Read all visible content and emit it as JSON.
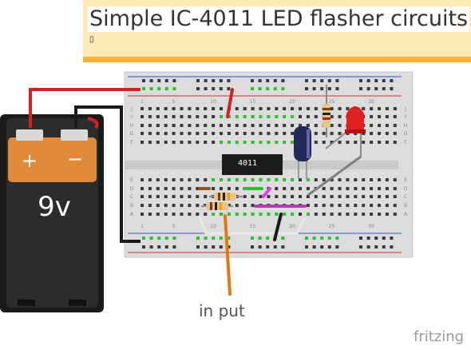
{
  "note": {
    "title": "Simple IC-4011 LED flasher circuits",
    "glyph": "▯"
  },
  "battery": {
    "voltage": "9v",
    "plus": "+",
    "minus": "−"
  },
  "ic": {
    "label": "4011"
  },
  "wire_label": "in put",
  "brand": "fritzing",
  "breadboard": {
    "column_numbers": [
      "1",
      "5",
      "10",
      "15",
      "20",
      "25",
      "30"
    ],
    "row_letters_top": [
      "J",
      "I",
      "H",
      "G",
      "F"
    ],
    "row_letters_bottom": [
      "E",
      "D",
      "C",
      "B",
      "A"
    ]
  },
  "colors": {
    "board": "#dcdcdc",
    "hole": "#3a3a3a",
    "hole_active": "#2fbf2f",
    "wire_red": "#d42020",
    "wire_black": "#1a1a1a",
    "wire_green": "#25c325",
    "wire_purple": "#b040b0",
    "wire_magenta": "#e040e0",
    "wire_orange": "#e07a10",
    "wire_gray": "#808080",
    "battery_top": "#e08a3c",
    "battery_body": "#2a2a2a",
    "led": "#e02020",
    "capacitor": "#1f2a5a",
    "note_bg": "#fde9b8",
    "note_border": "#f6b33c"
  }
}
